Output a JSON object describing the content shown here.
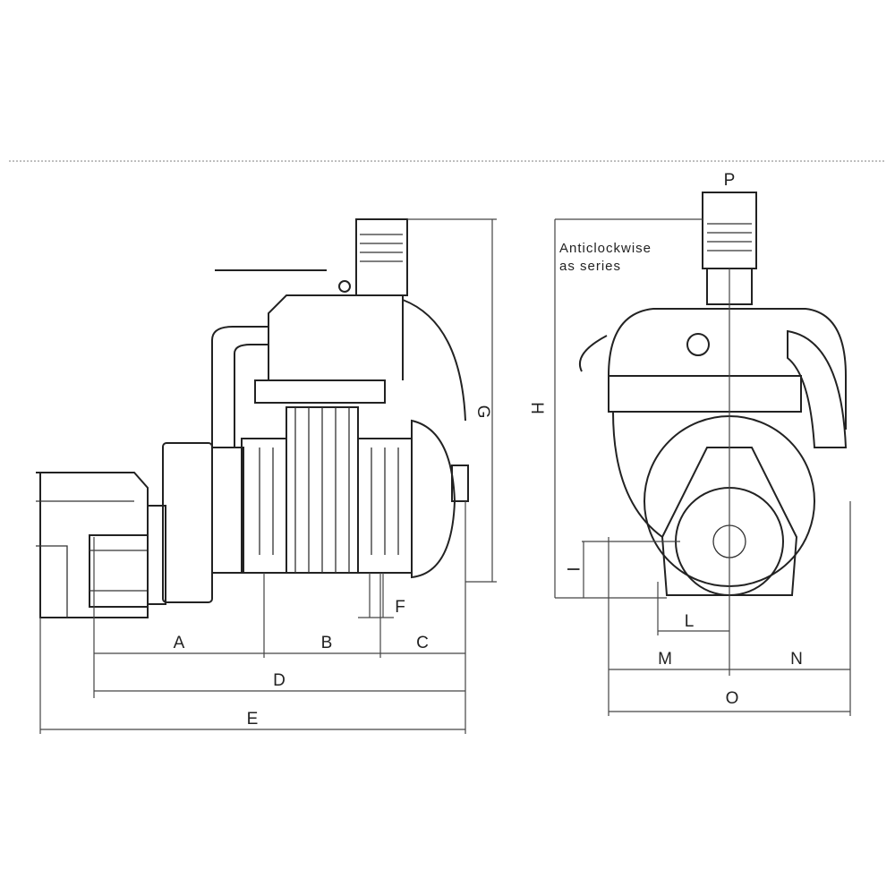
{
  "labels": {
    "A": "A",
    "B": "B",
    "C": "C",
    "D": "D",
    "E": "E",
    "F": "F",
    "G": "G",
    "H": "H",
    "I": "I",
    "L": "L",
    "M": "M",
    "N": "N",
    "O": "O",
    "P": "P"
  },
  "note": {
    "line1": "Anticlockwise",
    "line2": "as series"
  }
}
